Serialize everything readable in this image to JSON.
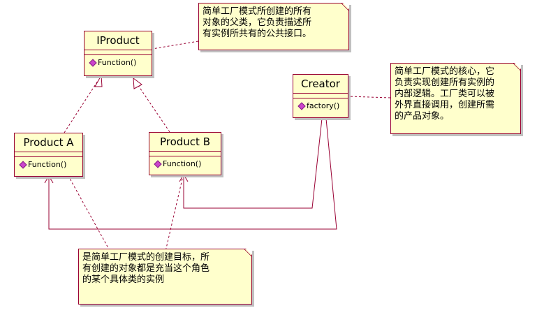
{
  "classes": {
    "iproduct": {
      "name": "IProduct",
      "operation": "Function()"
    },
    "product_a": {
      "name": "Product A",
      "operation": "Function()"
    },
    "product_b": {
      "name": "Product B",
      "operation": "Function()"
    },
    "creator": {
      "name": "Creator",
      "operation": "factory()"
    }
  },
  "notes": {
    "iproduct_note": "简单工厂模式所创建的所有\n对象的父类，它负责描述所\n有实例所共有的公共接口。",
    "creator_note": "简单工厂模式的核心，它\n负责实现创建所有实例的\n内部逻辑。工厂类可以被\n外界直接调用，创建所需\n的产品对象。",
    "product_note": "是简单工厂模式的创建目标，所\n有创建的对象都是充当这个角色\n的某个具体类的实例"
  },
  "colors": {
    "class_fill": "#ffffcc",
    "border": "#990033",
    "operation_icon": "#cc44cc"
  }
}
